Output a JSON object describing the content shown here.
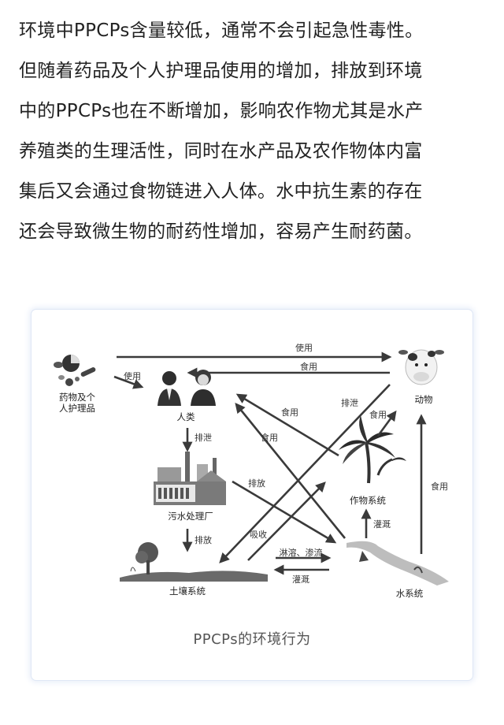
{
  "article": {
    "lines": [
      "环境中PPCPs含量较低，通常不会引起急性毒性。",
      "但随着药品及个人护理品使用的增加，排放到环境",
      "中的PPCPs也在不断增加，影响农作物尤其是水产",
      "养殖类的生理活性，同时在水产品及农作物体内富",
      "集后又会通过食物链进入人体。水中抗生素的存在",
      "还会导致微生物的耐药性增加，容易产生耐药菌。"
    ]
  },
  "figure": {
    "caption": "PPCPs的环境行为",
    "nodes": {
      "ppcp": "药物及个\n人护理品",
      "humans": "人类",
      "animals": "动物",
      "sewage": "污水处理厂",
      "crops": "作物系统",
      "soil": "土壤系统",
      "water": "水系统"
    },
    "edges": {
      "ppcp_to_humans": "使用",
      "ppcp_to_animals": "使用",
      "animals_to_humans": "食用",
      "humans_to_sewage": "排泄",
      "animals_excrete": "排泄",
      "crops_to_humans": "食用",
      "crops_to_animals": "食用",
      "water_to_humans": "食用",
      "water_to_animals": "食用",
      "sewage_discharge": "排放",
      "sewage_to_soil": "排放",
      "uptake": "吸收",
      "soil_to_water": "淋溶、渗流",
      "water_to_soil": "灌溉",
      "water_to_crops": "灌溉"
    }
  }
}
